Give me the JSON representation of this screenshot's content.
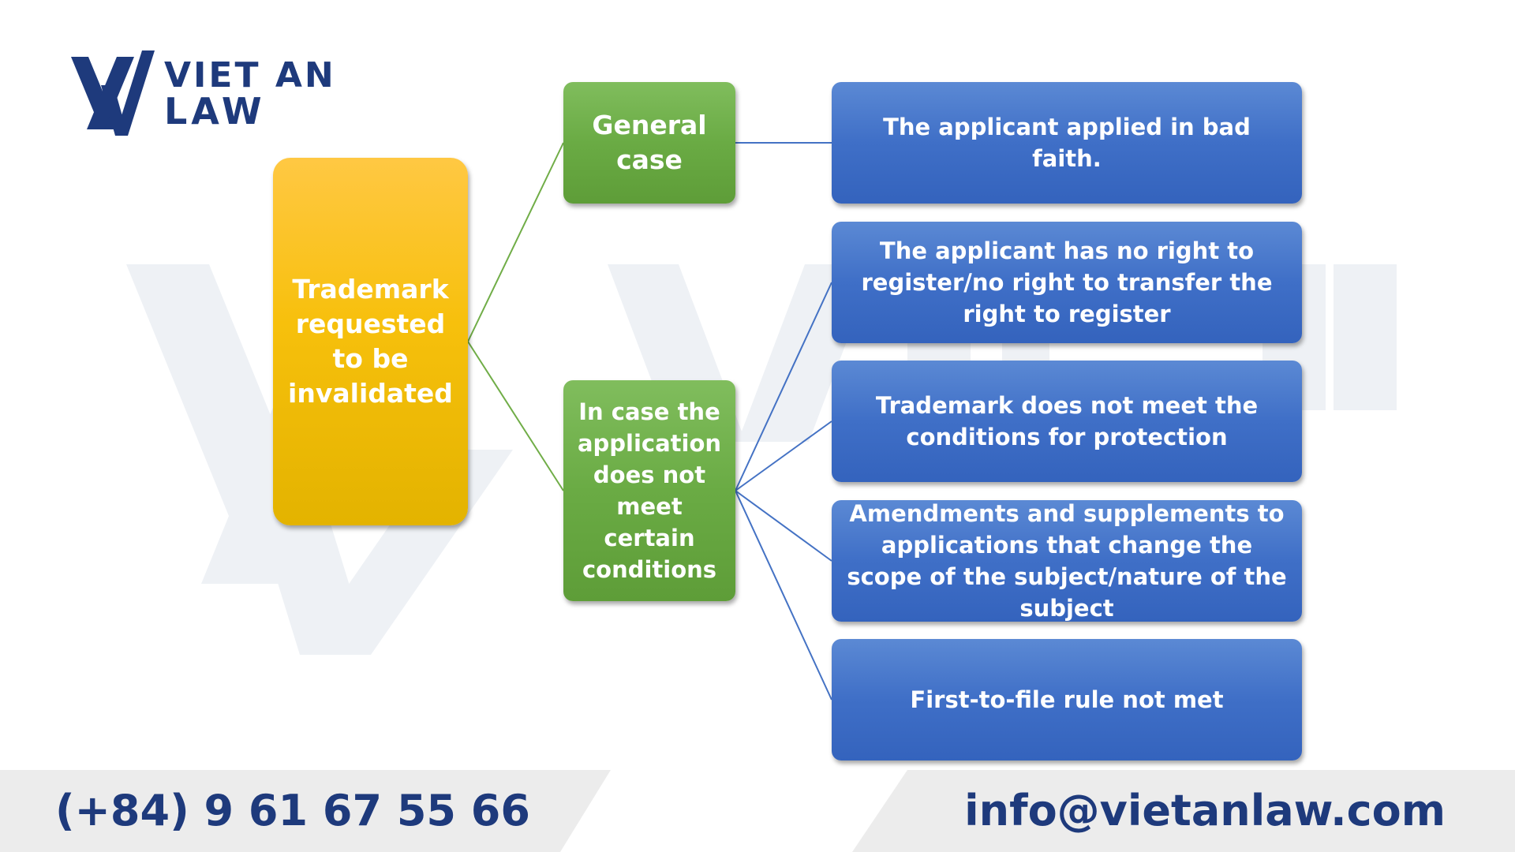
{
  "logo": {
    "line1": "VIET AN",
    "line2": "LAW",
    "icon": "va-monogram-icon"
  },
  "diagram": {
    "root": "Trademark requested to be invalidated",
    "branches": [
      {
        "label": "General case",
        "items": [
          "The applicant applied in bad faith."
        ]
      },
      {
        "label": "In case the application does not meet certain conditions",
        "items": [
          "The applicant has no right to register/no right to transfer the right to register",
          "Trademark does not meet the conditions for protection",
          "Amendments and supplements to applications that change the scope of the subject/nature of the subject",
          "First-to-file rule not met"
        ]
      }
    ]
  },
  "footer": {
    "phone": "(+84) 9 61 67 55 66",
    "email": "info@vietanlaw.com"
  },
  "colors": {
    "brand_navy": "#1e3a7c",
    "root_yellow": "#f7c00c",
    "branch_green": "#6aab44",
    "leaf_blue": "#3f6fc7",
    "green_line": "#70ad47",
    "blue_line": "#4472c4",
    "footer_gray": "#ececec"
  }
}
